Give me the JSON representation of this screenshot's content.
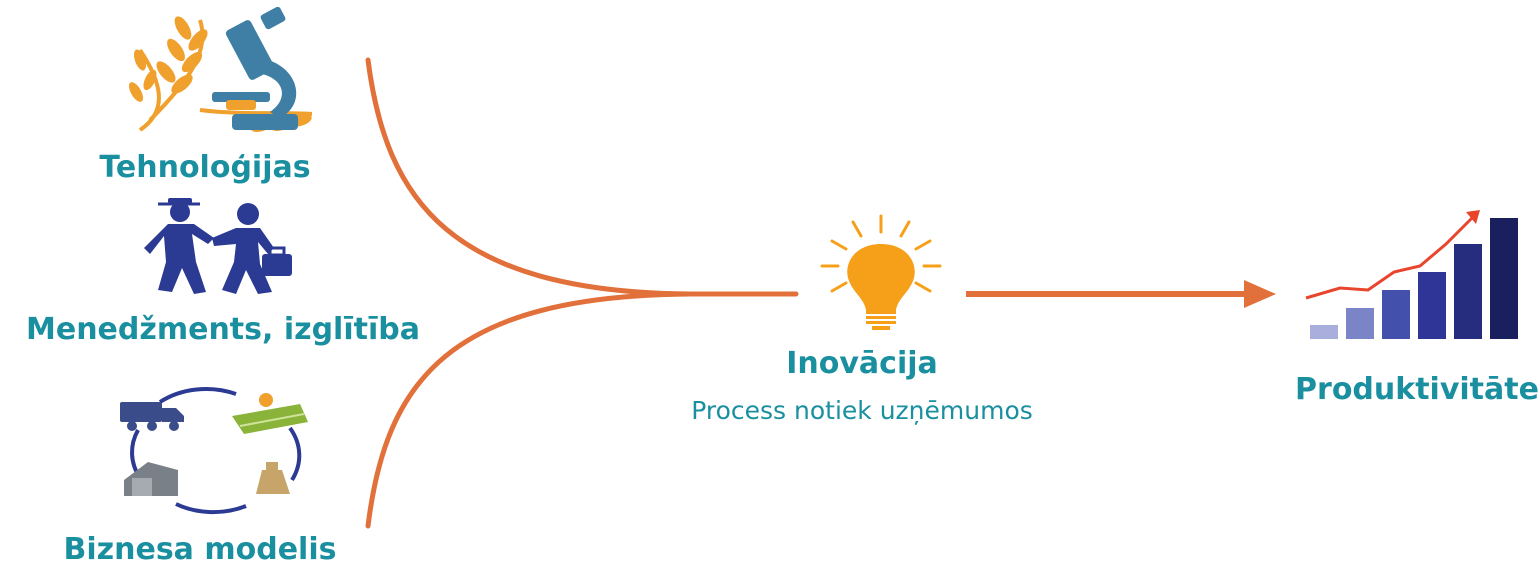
{
  "inputs": [
    {
      "label": "Tehnoloģijas",
      "icon": "wheat-microscope-icon"
    },
    {
      "label": "Menedžments, izglītība",
      "icon": "handshake-people-icon"
    },
    {
      "label": "Biznesa modelis",
      "icon": "business-cycle-icon"
    }
  ],
  "innovation": {
    "title": "Inovācija",
    "subtitle": "Process notiek uzņēmumos",
    "icon": "lightbulb-icon"
  },
  "output": {
    "label": "Produktivitāte",
    "icon": "growth-chart-icon"
  },
  "colors": {
    "text": "#1a8fa0",
    "arrow": "#e2703a",
    "bulb": "#f6a01a",
    "bars": [
      "#a9aedc",
      "#7c84c8",
      "#4350ac",
      "#2e3596",
      "#262c7e",
      "#1a1f5e"
    ],
    "trend": "#e8452c",
    "wheat": "#f0a02c",
    "microscope": "#3f7fa6",
    "people": "#2b3a92"
  }
}
